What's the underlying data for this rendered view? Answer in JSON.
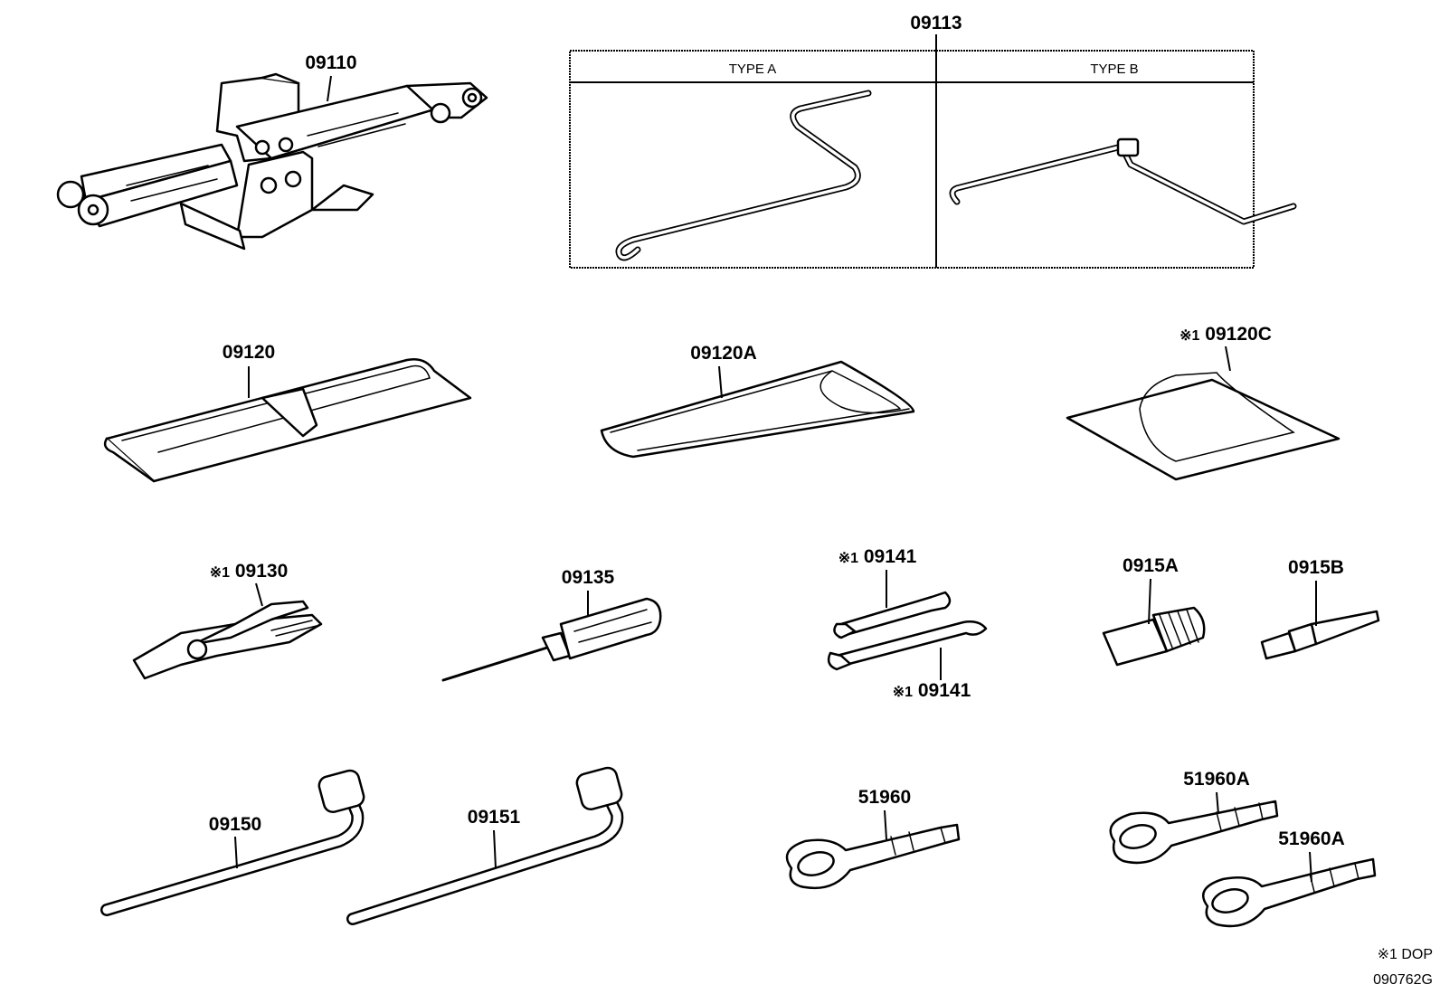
{
  "parts": {
    "jack": "09110",
    "jack_handle": "09113",
    "type_a": "TYPE A",
    "type_b": "TYPE B",
    "tool_bag": "09120",
    "tool_bag_a": "09120A",
    "tool_bag_c": "09120C",
    "pliers": "09130",
    "screwdriver": "09135",
    "wrench_upper": "09141",
    "wrench_lower": "09141",
    "socket_a": "0915A",
    "socket_b": "0915B",
    "lug_wrench": "09150",
    "lug_wrench_2": "09151",
    "towing_eye": "51960",
    "towing_eye_a1": "51960A",
    "towing_eye_a2": "51960A"
  },
  "note_mark": "※1",
  "legend": {
    "mark": "※1",
    "text": "DOP"
  },
  "figure_code": "090762G"
}
